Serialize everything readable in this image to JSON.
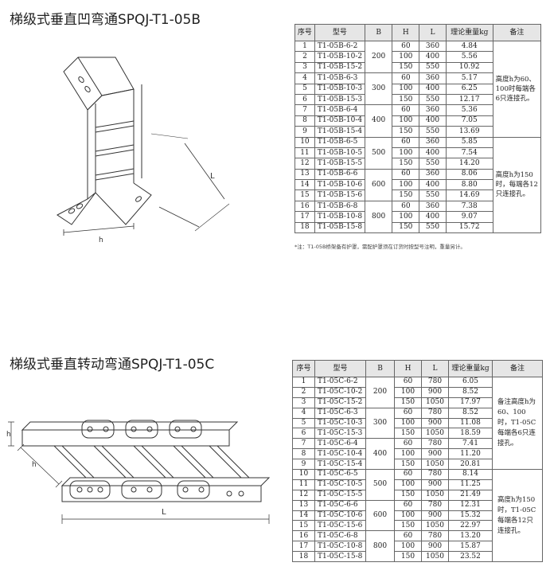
{
  "section1": {
    "title": "梯级式垂直凹弯通SPQJ-T1-05B",
    "diagram_labels": {
      "h": "h",
      "L": "L"
    },
    "headers": [
      "序号",
      "型号",
      "B",
      "H",
      "L",
      "理论重量kg",
      "备注"
    ],
    "groups": [
      "200",
      "300",
      "400",
      "500",
      "600",
      "800"
    ],
    "rows": [
      [
        "1",
        "T1-05B-6-2",
        "60",
        "360",
        "4.84"
      ],
      [
        "2",
        "T1-05B-10-2",
        "100",
        "400",
        "5.56"
      ],
      [
        "3",
        "T1-05B-15-2",
        "150",
        "550",
        "10.92"
      ],
      [
        "4",
        "T1-05B-6-3",
        "60",
        "360",
        "5.17"
      ],
      [
        "5",
        "T1-05B-10-3",
        "100",
        "400",
        "6.25"
      ],
      [
        "6",
        "T1-05B-15-3",
        "150",
        "550",
        "12.17"
      ],
      [
        "7",
        "T1-05B-6-4",
        "60",
        "360",
        "5.36"
      ],
      [
        "8",
        "T1-05B-10-4",
        "100",
        "400",
        "7.05"
      ],
      [
        "9",
        "T1-05B-15-4",
        "150",
        "550",
        "13.69"
      ],
      [
        "10",
        "T1-05B-6-5",
        "60",
        "360",
        "5.85"
      ],
      [
        "11",
        "T1-05B-10-5",
        "100",
        "400",
        "7.54"
      ],
      [
        "12",
        "T1-05B-15-5",
        "150",
        "550",
        "14.20"
      ],
      [
        "13",
        "T1-05B-6-6",
        "60",
        "360",
        "8.06"
      ],
      [
        "14",
        "T1-05B-10-6",
        "100",
        "400",
        "8.80"
      ],
      [
        "15",
        "T1-05B-15-6",
        "150",
        "550",
        "14.69"
      ],
      [
        "16",
        "T1-05B-6-8",
        "60",
        "360",
        "7.38"
      ],
      [
        "17",
        "T1-05B-10-8",
        "100",
        "400",
        "9.07"
      ],
      [
        "18",
        "T1-05B-15-8",
        "150",
        "550",
        "15.72"
      ]
    ],
    "remark_a": "高度h为60、100时每端各6只连接孔。",
    "remark_b": "高度h为150时，每端各12只连接孔。",
    "footnote": "*注：T1-05B桥架备有护罩，需配护罩须在订货时按型号注明，重量另计。"
  },
  "section2": {
    "title": "梯级式垂直转动弯通SPQJ-T1-05C",
    "diagram_labels": {
      "h1": "h",
      "h2": "h",
      "L": "L"
    },
    "headers": [
      "序号",
      "型号",
      "B",
      "H",
      "L",
      "理论重量kg",
      "备注"
    ],
    "groups": [
      "200",
      "300",
      "400",
      "500",
      "600",
      "800"
    ],
    "rows": [
      [
        "1",
        "T1-05C-6-2",
        "60",
        "780",
        "6.05"
      ],
      [
        "2",
        "T1-05C-10-2",
        "100",
        "900",
        "8.52"
      ],
      [
        "3",
        "T1-05C-15-2",
        "150",
        "1050",
        "17.97"
      ],
      [
        "4",
        "T1-05C-6-3",
        "60",
        "780",
        "8.52"
      ],
      [
        "5",
        "T1-05C-10-3",
        "100",
        "900",
        "11.08"
      ],
      [
        "6",
        "T1-05C-15-3",
        "150",
        "1050",
        "18.59"
      ],
      [
        "7",
        "T1-05C-6-4",
        "60",
        "780",
        "7.41"
      ],
      [
        "8",
        "T1-05C-10-4",
        "100",
        "900",
        "11.20"
      ],
      [
        "9",
        "T1-05C-15-4",
        "150",
        "1050",
        "20.81"
      ],
      [
        "10",
        "T1-05C-6-5",
        "60",
        "780",
        "8.14"
      ],
      [
        "11",
        "T1-05C-10-5",
        "100",
        "900",
        "11.25"
      ],
      [
        "12",
        "T1-05C-15-5",
        "150",
        "1050",
        "21.49"
      ],
      [
        "13",
        "T1-05C-6-6",
        "60",
        "780",
        "12.31"
      ],
      [
        "14",
        "T1-05C-10-6",
        "100",
        "900",
        "15.32"
      ],
      [
        "15",
        "T1-05C-15-6",
        "150",
        "1050",
        "22.97"
      ],
      [
        "16",
        "T1-05C-6-8",
        "60",
        "780",
        "13.20"
      ],
      [
        "17",
        "T1-05C-10-8",
        "100",
        "900",
        "15.87"
      ],
      [
        "18",
        "T1-05C-15-8",
        "150",
        "1050",
        "23.52"
      ]
    ],
    "remark_a": "备注高度h为60、100时，T1-05C每端各6只连接孔。",
    "remark_b": "高度h为150时，T1-05C每端各12只连接孔。"
  }
}
